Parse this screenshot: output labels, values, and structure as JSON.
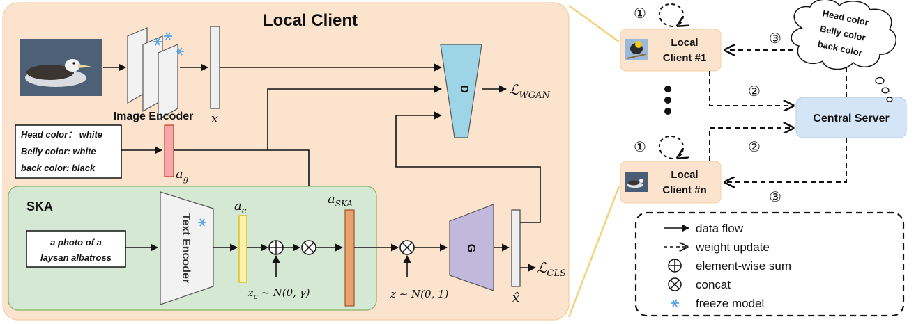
{
  "local_client": {
    "title": "Local Client",
    "image_encoder_label": "Image Encoder",
    "x_var": "x",
    "attributes": [
      "Head color： white",
      "Belly color: white",
      "back color: black"
    ],
    "a_g": "a",
    "a_g_sub": "g",
    "discriminator_label": "D",
    "loss_wgan": "ℒ",
    "loss_wgan_sub": "WGAN",
    "generator_label": "G",
    "x_hat": "x̂",
    "loss_cls": "ℒ",
    "loss_cls_sub": "CLS",
    "z_noise": "z ~ N(0, 1)"
  },
  "ska": {
    "title": "SKA",
    "prompt": [
      "a photo of a",
      "laysan albatross"
    ],
    "text_encoder_label": "Text Encoder",
    "a_c": "a",
    "a_c_sub": "c",
    "a_ska": "a",
    "a_ska_sub": "SKA",
    "zc_pre": "z",
    "zc_sub": "c",
    "zc_post": " ~ N(0, γ)"
  },
  "federation": {
    "client1_label": [
      "Local",
      "Client #1"
    ],
    "clientn_label": [
      "Local",
      "Client #n"
    ],
    "server_label": "Central Server",
    "thought": [
      "Head color",
      "Belly color",
      "back color"
    ],
    "step1": "①",
    "step2": "②",
    "step3": "③"
  },
  "legend": {
    "items": [
      "data flow",
      "weight update",
      "element-wise sum",
      "concat",
      "freeze model"
    ]
  },
  "colors": {
    "local_bg": "#fbe3cd",
    "ska_bg": "#d5e8d4",
    "disc": "#9dd5e6",
    "gen": "#c2b8dc",
    "a_g": "#f4a9a8",
    "a_c": "#fff2a8",
    "a_ska": "#e6a36c",
    "server": "#d5e5f8",
    "client": "#fbe3cd",
    "snow": "#5aa6e8",
    "divider": "#f2d27a"
  }
}
